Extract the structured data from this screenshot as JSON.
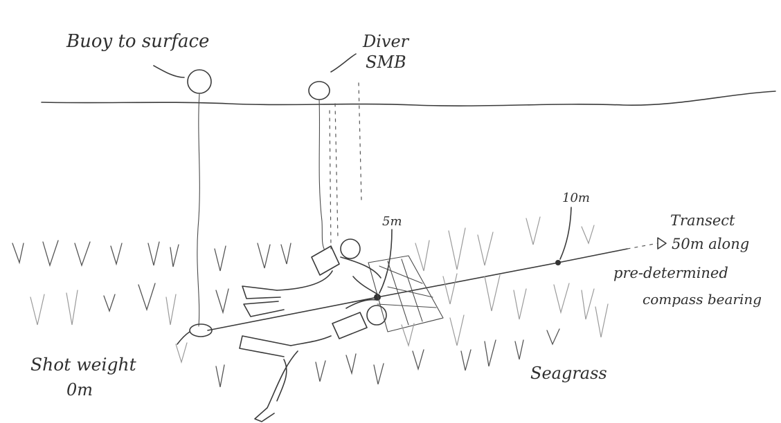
{
  "labels": {
    "buoy": "Buoy to surface",
    "diver_smb_line1": "Diver",
    "diver_smb_line2": "SMB",
    "five_m": "5m",
    "ten_m": "10m",
    "transect_line1": "Transect",
    "transect_line2": "50m along",
    "transect_line3": "pre-determined",
    "transect_line4": "compass bearing",
    "shot_weight_line1": "Shot weight",
    "shot_weight_line2": "0m",
    "seagrass": "Seagrass"
  },
  "colors": {
    "ink": "#3a3a3a",
    "seagrass_light": "#9a9a9a",
    "paper": "#ffffff"
  }
}
